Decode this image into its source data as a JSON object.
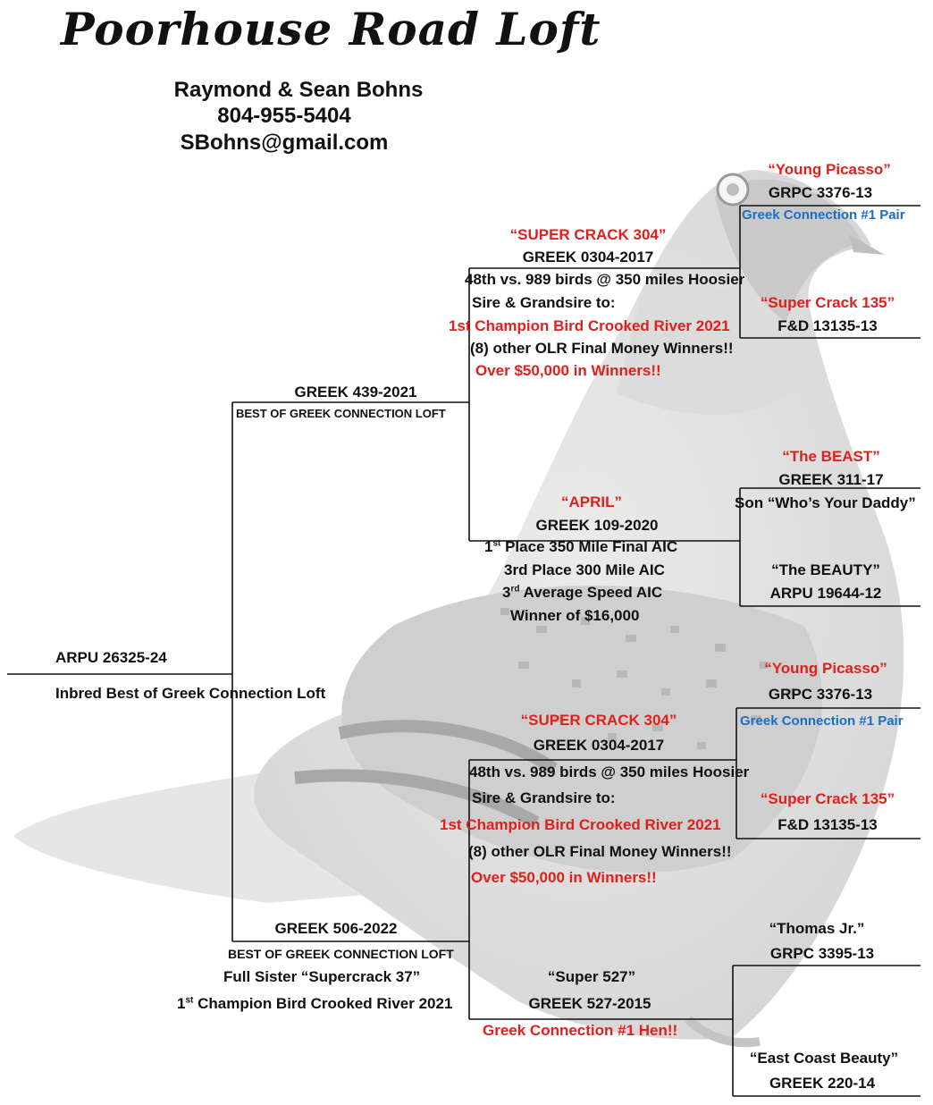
{
  "header": {
    "title": "Poorhouse Road Loft",
    "owners": "Raymond & Sean Bohns",
    "phone": "804-955-5404",
    "email": "SBohns@gmail.com"
  },
  "subject": {
    "band": "ARPU 26325-24",
    "note": "Inbred Best of Greek Connection Loft"
  },
  "sire": {
    "band": "GREEK 439-2021",
    "note": "BEST OF GREEK CONNECTION LOFT",
    "sire": {
      "name": "“SUPER CRACK 304”",
      "band": "GREEK 0304-2017",
      "lines": [
        "48th vs. 989 birds @ 350 miles Hoosier",
        "Sire & Grandsire to:"
      ],
      "highlight": "1st Champion Bird Crooked River 2021",
      "line_other": "(8) other OLR Final Money Winners!!",
      "highlight2": "Over $50,000 in Winners!!",
      "sire": {
        "name": "“Young Picasso”",
        "band": "GRPC 3376-13"
      },
      "pair_note": "Greek Connection #1 Pair",
      "dam": {
        "name": "“Super Crack 135”",
        "band": "F&D 13135-13"
      }
    },
    "dam": {
      "name": "“APRIL”",
      "band": "GREEK 109-2020",
      "result1_num": "1",
      "result1_suffix": "st",
      "result1_text": " Place 350 Mile Final AIC",
      "result2": "3rd Place 300 Mile AIC",
      "result3_num": "3",
      "result3_suffix": "rd",
      "result3_text": " Average Speed AIC",
      "result4": "Winner of $16,000",
      "sire": {
        "name": "“The BEAST”",
        "band": "GREEK 311-17",
        "note": "Son “Who’s Your Daddy”"
      },
      "dam": {
        "name": "“The BEAUTY”",
        "band": "ARPU 19644-12"
      }
    }
  },
  "dam": {
    "band": "GREEK 506-2022",
    "note": "BEST OF GREEK CONNECTION LOFT",
    "line1": "Full Sister “Supercrack 37”",
    "line2_num": "1",
    "line2_suffix": "st",
    "line2_text": " Champion Bird Crooked River 2021",
    "sire": {
      "name": "“SUPER CRACK 304”",
      "band": "GREEK 0304-2017",
      "lines": [
        "48th vs. 989 birds @ 350 miles Hoosier",
        "Sire & Grandsire to:"
      ],
      "highlight": "1st Champion Bird Crooked River 2021",
      "line_other": "(8) other OLR Final Money Winners!!",
      "highlight2": "Over $50,000 in Winners!!",
      "sire": {
        "name": "“Young Picasso”",
        "band": "GRPC 3376-13"
      },
      "pair_note": "Greek Connection #1 Pair",
      "dam": {
        "name": "“Super Crack 135”",
        "band": "F&D 13135-13"
      }
    },
    "dam": {
      "name": "“Super 527”",
      "band": "GREEK 527-2015",
      "note": "Greek Connection #1 Hen!!",
      "sire": {
        "name": "“Thomas Jr.”",
        "band": "GRPC 3395-13"
      },
      "dam": {
        "name": "“East Coast Beauty”",
        "band": "GREEK 220-14"
      }
    }
  },
  "colors": {
    "accent_red": "#e0201c",
    "accent_blue": "#1a6fc4",
    "text": "#111111"
  },
  "background_image": "pigeon-silhouette"
}
